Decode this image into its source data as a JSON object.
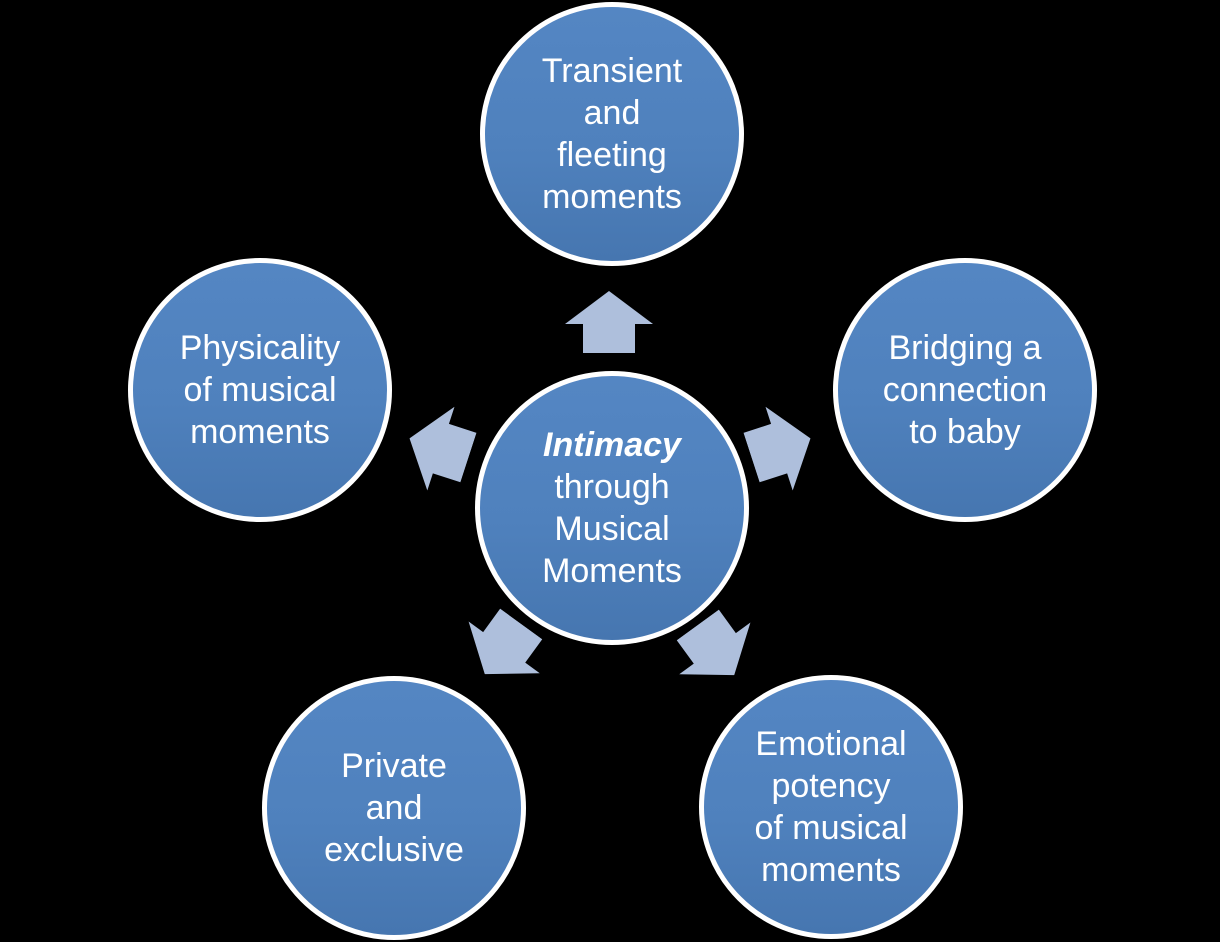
{
  "colors": {
    "background": "#000000",
    "circle_fill": "#4f81bd",
    "circle_fill_light": "#5486c3",
    "circle_fill_dark": "#4676b0",
    "circle_border": "#ffffff",
    "arrow_fill": "#aebfdc",
    "text": "#ffffff"
  },
  "diagram": {
    "type": "radial-cycle",
    "center": {
      "emphasis_line": "Intimacy",
      "lines": [
        "through",
        "Musical",
        "Moments"
      ]
    },
    "nodes": [
      {
        "position": "top",
        "lines": [
          "Transient",
          "and",
          "fleeting",
          "moments"
        ]
      },
      {
        "position": "right",
        "lines": [
          "Bridging a",
          "connection",
          "to baby"
        ]
      },
      {
        "position": "bottom-right",
        "lines": [
          "Emotional",
          "potency",
          "of musical",
          "moments"
        ]
      },
      {
        "position": "bottom-left",
        "lines": [
          "Private",
          "and",
          "exclusive"
        ]
      },
      {
        "position": "left",
        "lines": [
          "Physicality",
          "of musical",
          "moments"
        ]
      }
    ],
    "arrow_directions": [
      "up",
      "up-right",
      "down-right",
      "down-left",
      "up-left"
    ]
  }
}
